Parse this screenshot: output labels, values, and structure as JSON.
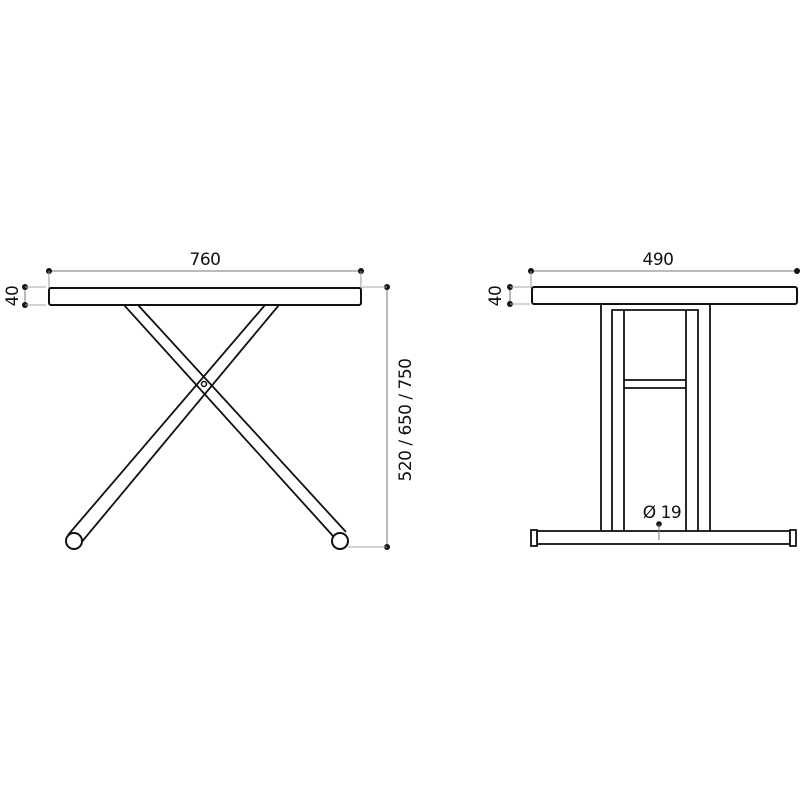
{
  "diagram": {
    "type": "technical-drawing",
    "subject": "folding height-adjustable table",
    "colors": {
      "outline": "#111111",
      "dimension_line": "#9a9a9a",
      "background": "#ffffff"
    },
    "front_view": {
      "width_label": "760",
      "thickness_label": "40",
      "height_label": "520 / 650 / 750"
    },
    "side_view": {
      "width_label": "490",
      "thickness_label": "40",
      "tube_diameter_label": "Ø 19"
    }
  }
}
